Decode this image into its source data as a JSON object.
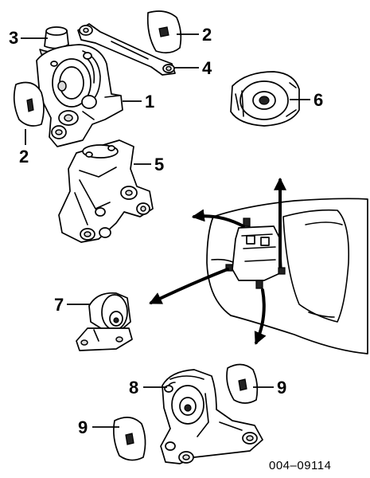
{
  "callouts": {
    "c1": "1",
    "c2a": "2",
    "c2b": "2",
    "c3": "3",
    "c4": "4",
    "c5": "5",
    "c6": "6",
    "c7": "7",
    "c8": "8",
    "c9a": "9",
    "c9b": "9"
  },
  "figure_code": "004–09114",
  "colors": {
    "ink": "#000000",
    "paper": "#ffffff",
    "shade": "#d9d9d9"
  }
}
